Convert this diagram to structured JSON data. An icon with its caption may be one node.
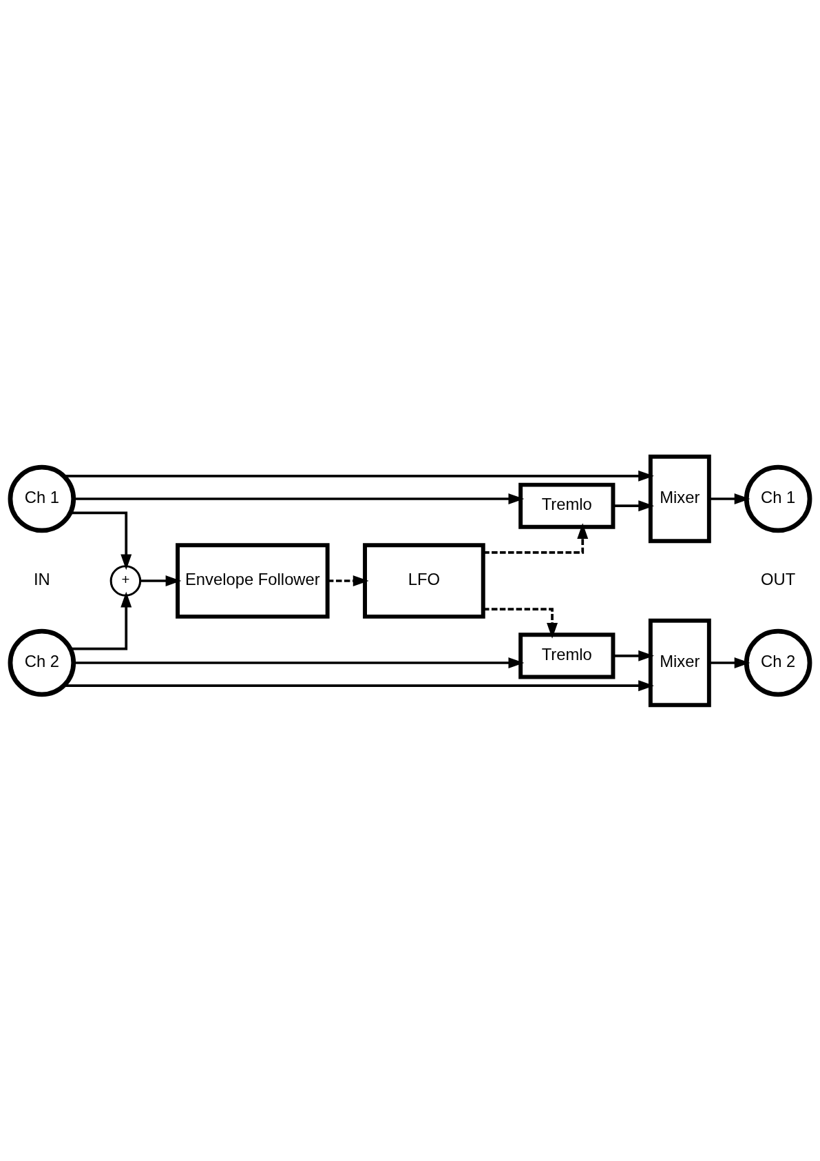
{
  "diagram": {
    "nodes": [
      {
        "text": [
          "Ch 1"
        ]
      },
      {
        "text": [
          "Ch 2"
        ]
      },
      {
        "text": [
          "Tremlo"
        ]
      },
      {
        "text": [
          "Tremlo"
        ]
      },
      {
        "text": [
          "Mixer"
        ]
      },
      {
        "text": [
          "Mixer"
        ]
      },
      {
        "text": [
          "Ch 1"
        ]
      },
      {
        "text": [
          "Ch 2"
        ]
      },
      {
        "text": [
          "+"
        ]
      },
      {
        "text": [
          "Envelope Follower"
        ]
      },
      {
        "text": [
          "LFO"
        ]
      }
    ],
    "edges": [
      {
        "from": 0,
        "to": 4,
        "arrow": "to"
      },
      {
        "from": 0,
        "to": 2,
        "arrow": "to"
      },
      {
        "from": 0,
        "to": 8,
        "arrow": "to"
      },
      {
        "from": 1,
        "to": 3,
        "arrow": "to"
      },
      {
        "from": 1,
        "to": 5,
        "arrow": "to"
      },
      {
        "from": 1,
        "to": 8,
        "arrow": "to"
      },
      {
        "from": 2,
        "to": 4,
        "arrow": "to"
      },
      {
        "from": 3,
        "to": 5,
        "arrow": "to"
      },
      {
        "from": 4,
        "to": 6,
        "arrow": "to"
      },
      {
        "from": 5,
        "to": 7,
        "arrow": "to"
      },
      {
        "from": 8,
        "to": 9,
        "arrow": "to"
      },
      {
        "from": 9,
        "to": 10,
        "arrow": "to",
        "style": "dashed"
      },
      {
        "from": 10,
        "to": 2,
        "arrow": "to",
        "style": "dashed"
      },
      {
        "from": 10,
        "to": 3,
        "arrow": "to",
        "style": "dashed"
      }
    ],
    "labels": [
      "IN",
      "OUT"
    ]
  }
}
